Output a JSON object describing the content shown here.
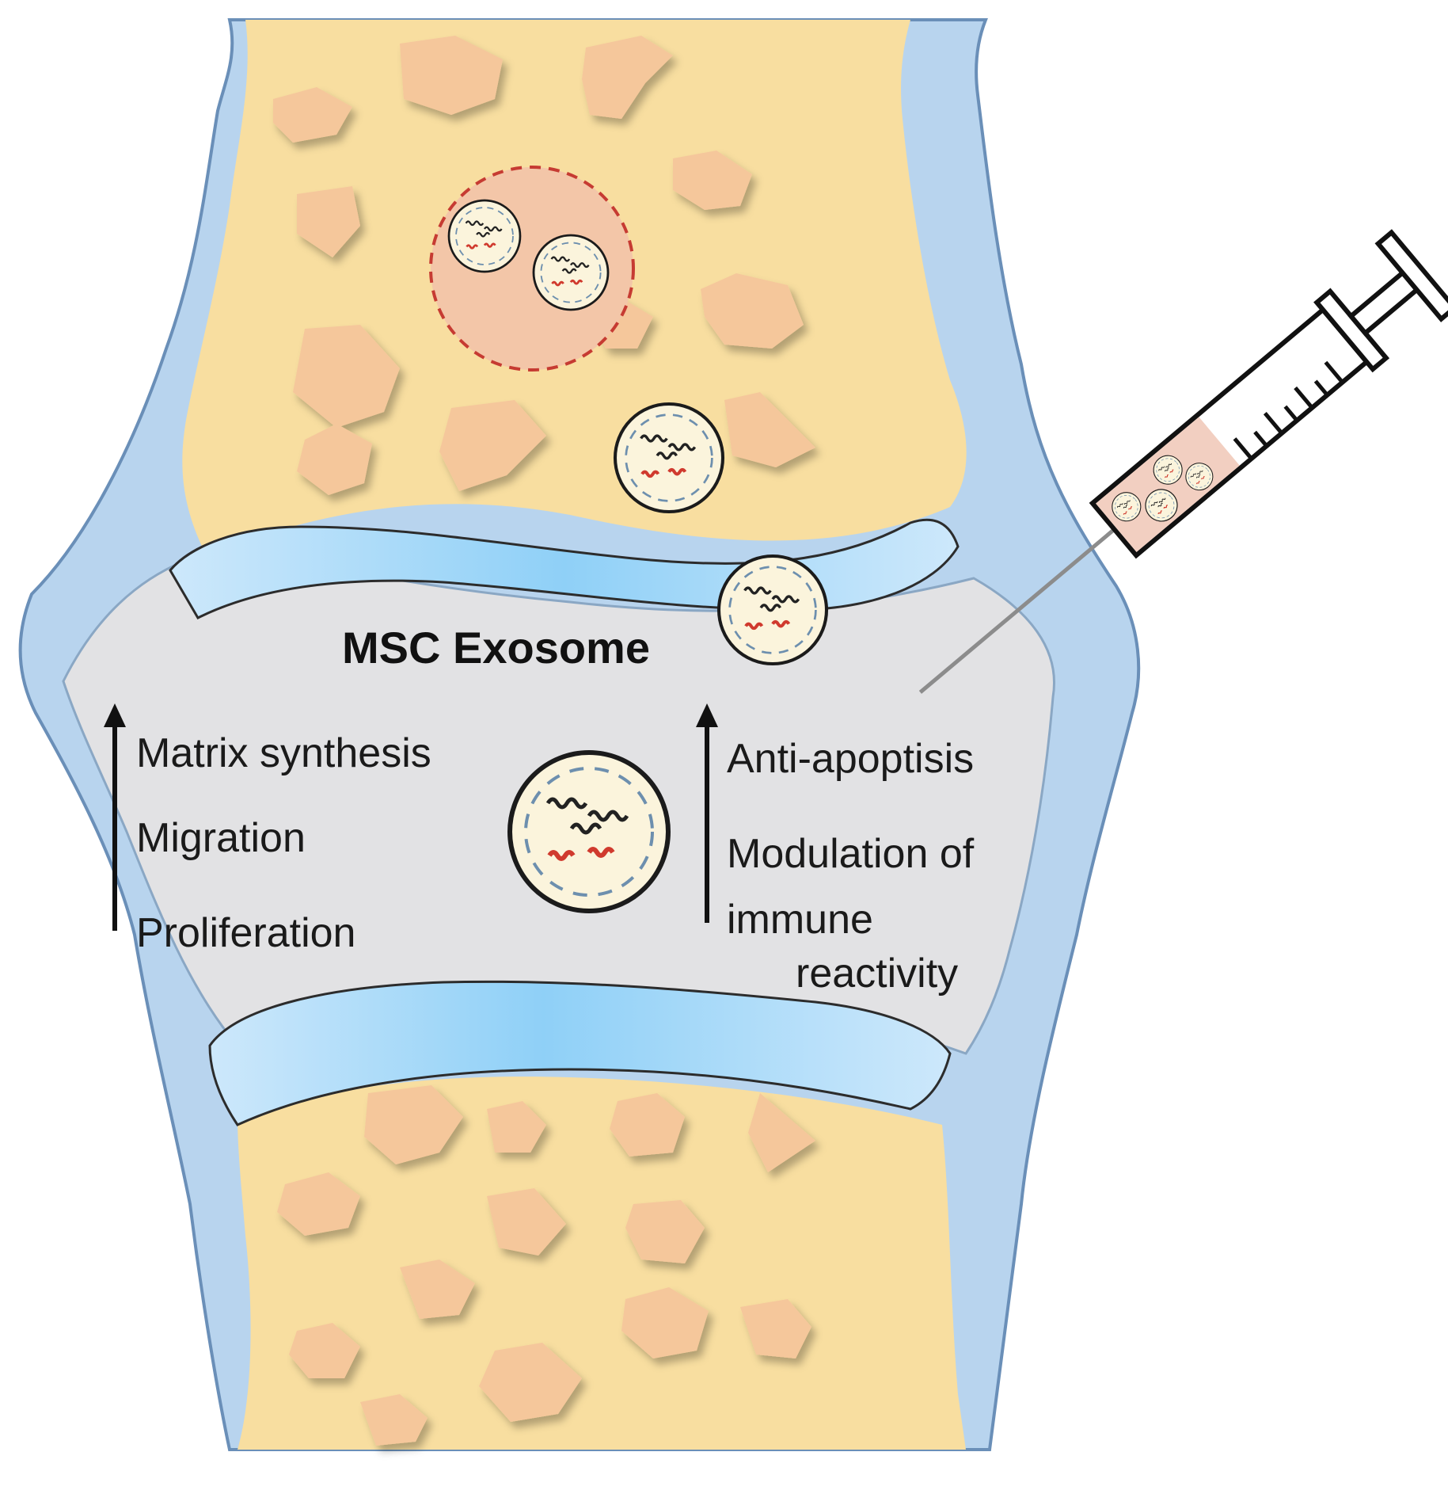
{
  "title": "MSC Exosome",
  "left_effects": [
    "Matrix synthesis",
    "Migration",
    "Proliferation"
  ],
  "right_effects": [
    "Anti-apoptisis",
    "Modulation of",
    "immune",
    "reactivity"
  ],
  "colors": {
    "bone_marrow": "#f8dea0",
    "bone_fragment": "#f5c79b",
    "periosteum": "#b8d4ee",
    "cartilage": "#bfe2f8",
    "synovial_space": "#e2e2e4",
    "exosome_fill": "#fbf4dc",
    "rna_black": "#222222",
    "rna_red": "#d03a2e",
    "dashed_circle": "#c63b32",
    "syringe_liquid": "#f2cfc1"
  },
  "icons": [
    "exosome-icon",
    "syringe-icon",
    "up-arrow-icon"
  ]
}
